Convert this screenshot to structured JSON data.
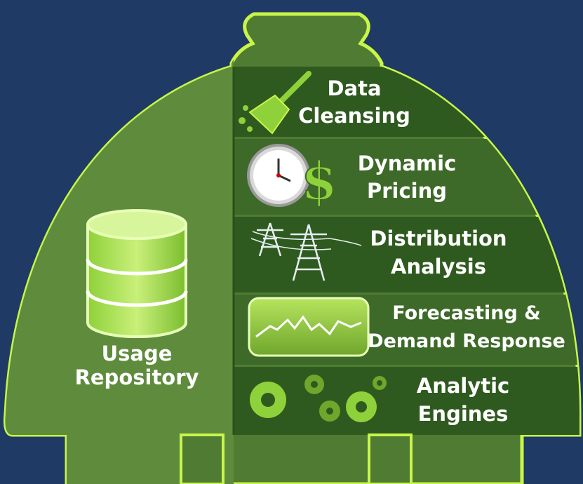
{
  "colors": {
    "background": "#1f3a64",
    "dome_fill": "#4f7b33",
    "dome_left_fill": "#5e8c3c",
    "outline": "#c8f54a",
    "band_dark": "#2f5a1f",
    "band_light": "#3d6a28",
    "icon_green": "#8fd13a",
    "text": "#ffffff"
  },
  "repository": {
    "icon": "database-icon",
    "line1": "Usage",
    "line2": "Repository"
  },
  "layers": [
    {
      "icon": "broom-icon",
      "line1": "Data",
      "line2": "Cleansing"
    },
    {
      "icon": "clock-dollar-icon",
      "line1": "Dynamic",
      "line2": "Pricing"
    },
    {
      "icon": "power-tower-icon",
      "line1": "Distribution",
      "line2": "Analysis"
    },
    {
      "icon": "line-chart-icon",
      "line1": "Forecasting &",
      "line2": "Demand Response"
    },
    {
      "icon": "gears-icon",
      "line1": "Analytic",
      "line2": "Engines"
    }
  ]
}
